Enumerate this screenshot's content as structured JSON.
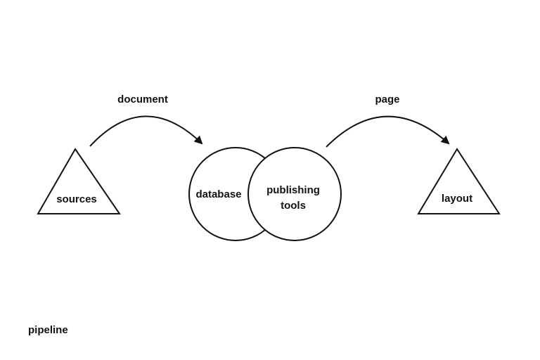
{
  "diagram": {
    "nodes": [
      {
        "id": "sources",
        "shape": "triangle",
        "label_lines": [
          "sources"
        ]
      },
      {
        "id": "database",
        "shape": "circle",
        "label_lines": [
          "database"
        ]
      },
      {
        "id": "publishing",
        "shape": "circle",
        "label_lines": [
          "publishing",
          "tools"
        ]
      },
      {
        "id": "layout",
        "shape": "triangle",
        "label_lines": [
          "layout"
        ]
      }
    ],
    "edges": [
      {
        "from": "sources",
        "to": "database",
        "label": "document"
      },
      {
        "from": "publishing",
        "to": "layout",
        "label": "page"
      }
    ],
    "caption": "pipeline",
    "colors": {
      "stroke": "#111111",
      "fill": "#ffffff",
      "text": "#111111"
    }
  }
}
